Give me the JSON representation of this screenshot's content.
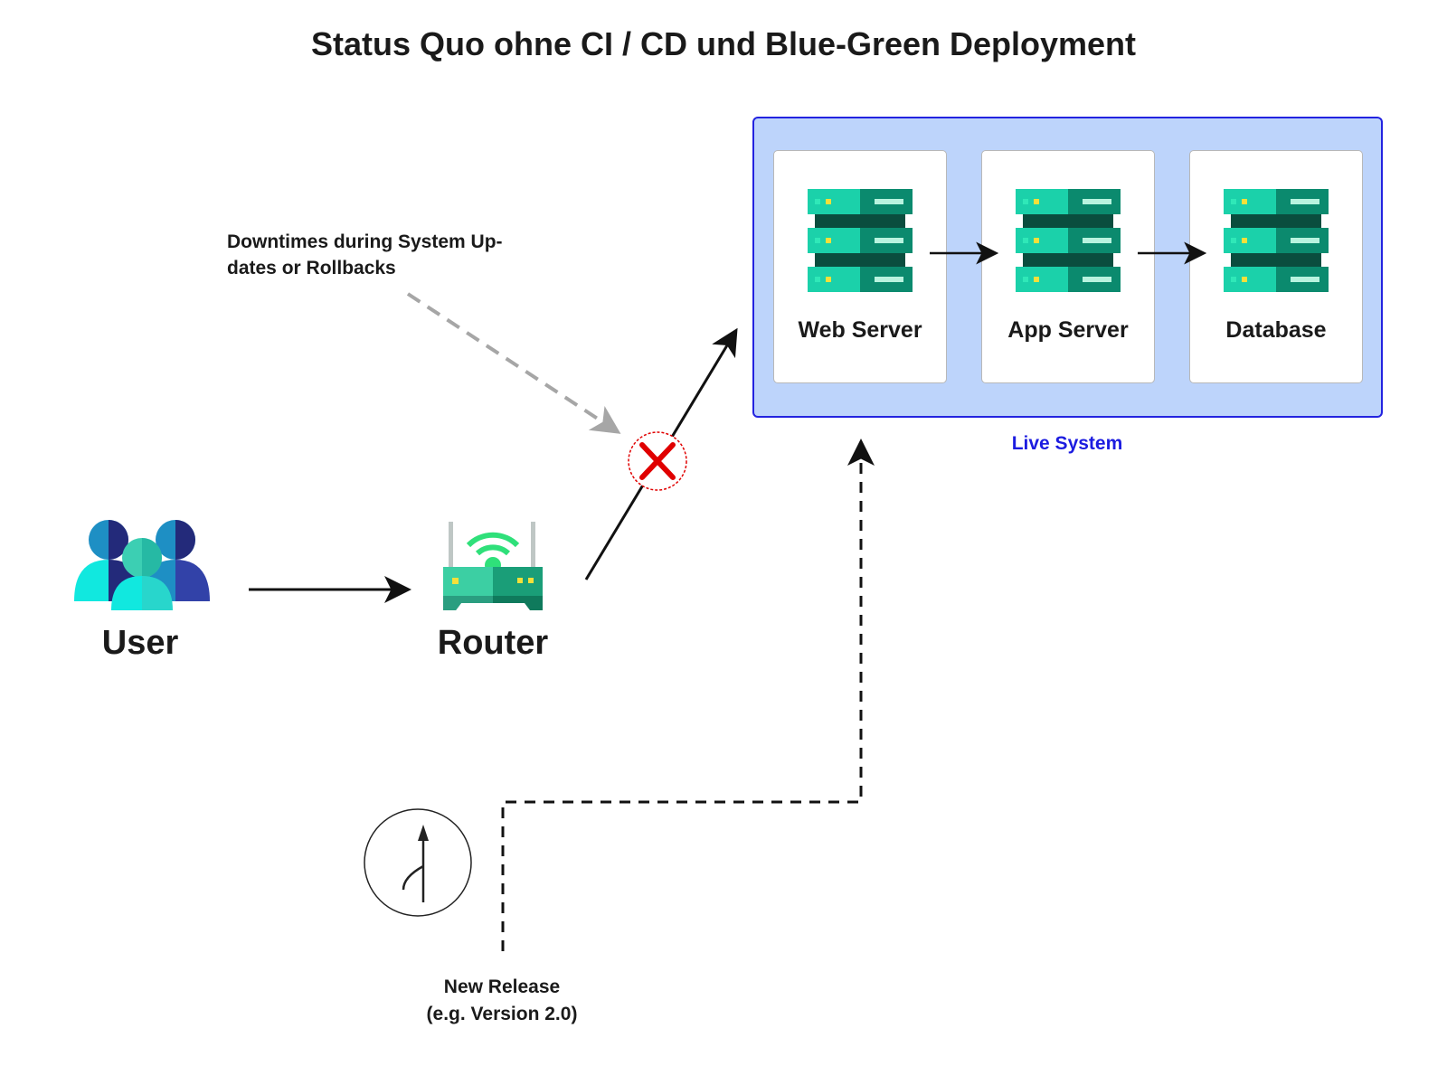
{
  "title": "Status Quo ohne CI / CD und Blue-Green Deployment",
  "note": "Downtimes during System Up-\ndates or Rollbacks",
  "live_system": {
    "label": "Live System",
    "components": [
      {
        "label": "Web Server",
        "icon": "server-icon"
      },
      {
        "label": "App Server",
        "icon": "server-icon"
      },
      {
        "label": "Database",
        "icon": "server-icon"
      }
    ]
  },
  "nodes": {
    "user": {
      "label": "User",
      "icon": "users-icon"
    },
    "router": {
      "label": "Router",
      "icon": "wifi-router-icon"
    },
    "release": {
      "label": "New Release\n(e.g. Version 2.0)",
      "icon": "merge-branch-icon"
    }
  },
  "blocked_icon": "red-x-icon",
  "colors": {
    "live_fill": "#bdd4fb",
    "live_border": "#2323e0",
    "server_light": "#1bd1aa",
    "server_dark": "#0b8a6e",
    "blocked": "#e00000",
    "note_arrow": "#a6a6a6"
  }
}
